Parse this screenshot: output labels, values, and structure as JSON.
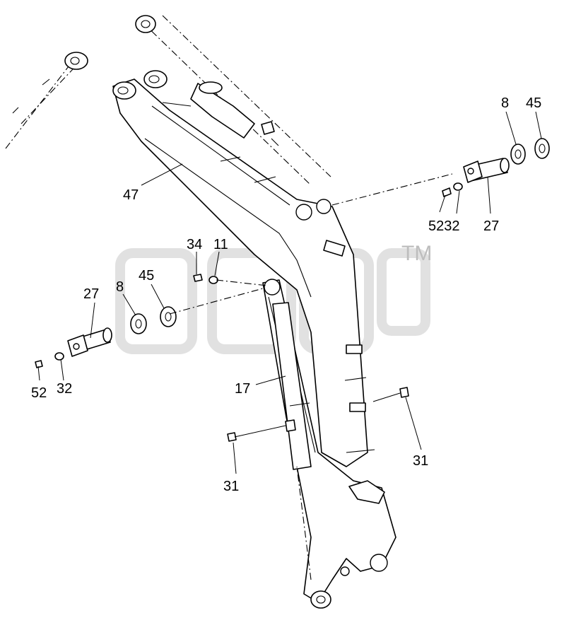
{
  "watermark": {
    "mark": "TM",
    "color": "#c0c0c0"
  },
  "callouts": [
    {
      "id": "c47",
      "text": "47"
    },
    {
      "id": "c8a",
      "text": "8"
    },
    {
      "id": "c45a",
      "text": "45"
    },
    {
      "id": "c5232",
      "text": "5232"
    },
    {
      "id": "c27a",
      "text": "27"
    },
    {
      "id": "c34",
      "text": "34"
    },
    {
      "id": "c11",
      "text": "11"
    },
    {
      "id": "c27b",
      "text": "27"
    },
    {
      "id": "c8b",
      "text": "8"
    },
    {
      "id": "c45b",
      "text": "45"
    },
    {
      "id": "c52",
      "text": "52"
    },
    {
      "id": "c32",
      "text": "32"
    },
    {
      "id": "c17",
      "text": "17"
    },
    {
      "id": "c31a",
      "text": "31"
    },
    {
      "id": "c31b",
      "text": "31"
    }
  ]
}
